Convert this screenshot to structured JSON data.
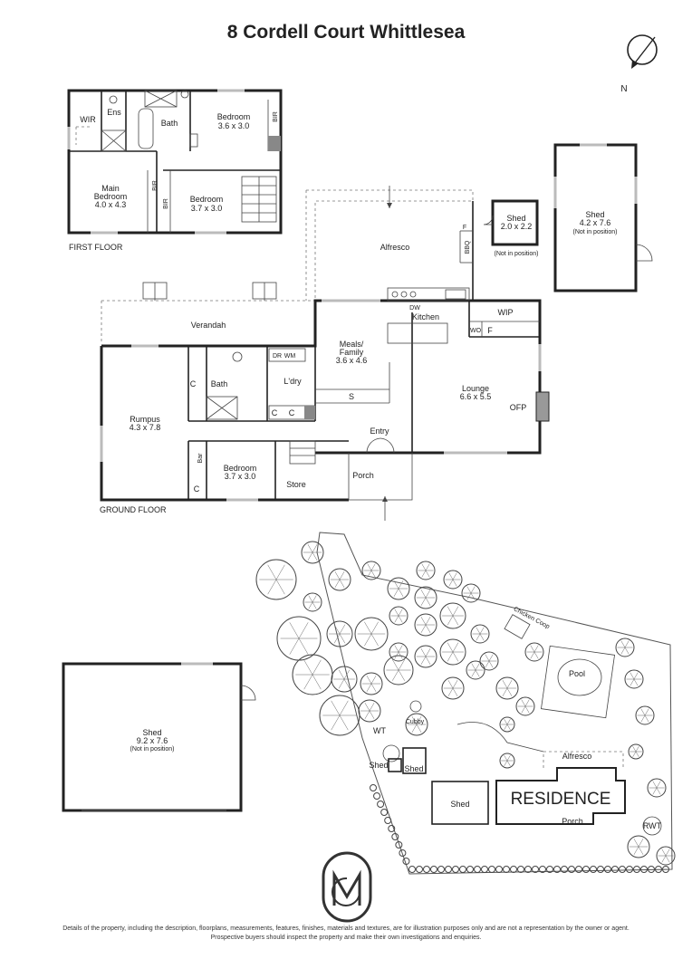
{
  "title": "8 Cordell Court Whittlesea",
  "compass": {
    "label": "N"
  },
  "first_floor": {
    "label": "FIRST FLOOR",
    "rooms": {
      "wir": "WIR",
      "ens": "Ens",
      "bath": "Bath",
      "bedroom1_name": "Bedroom",
      "bedroom1_dim": "3.6 x 3.0",
      "bir_a": "BIR",
      "main_bedroom_name1": "Main",
      "main_bedroom_name2": "Bedroom",
      "main_bedroom_dim": "4.0 x 4.3",
      "bir_b": "BIR",
      "bir_c": "BIR",
      "bedroom2_name": "Bedroom",
      "bedroom2_dim": "3.7 x 3.0"
    }
  },
  "ground_floor": {
    "label": "GROUND FLOOR",
    "rooms": {
      "alfresco": "Alfresco",
      "f_alfresco": "F",
      "bbq": "BBQ",
      "verandah": "Verandah",
      "dw": "DW",
      "kitchen": "Kitchen",
      "wip": "WIP",
      "wo": "WO",
      "f_kitchen": "F",
      "meals_name1": "Meals/",
      "meals_name2": "Family",
      "meals_dim": "3.6 x 4.6",
      "dr": "DR",
      "wm": "WM",
      "bath": "Bath",
      "ldry": "L'dry",
      "c1": "C",
      "c2": "C",
      "c3": "C",
      "s": "S",
      "lounge_name": "Lounge",
      "lounge_dim": "6.6 x 5.5",
      "ofp": "OFP",
      "rumpus_name": "Rumpus",
      "rumpus_dim": "4.3 x 7.8",
      "entry": "Entry",
      "bar": "Bar",
      "c4": "C",
      "bedroom_name": "Bedroom",
      "bedroom_dim": "3.7 x 3.0",
      "store": "Store",
      "porch": "Porch"
    }
  },
  "outbuildings": {
    "shed_small_name": "Shed",
    "shed_small_dim": "2.0 x 2.2",
    "shed_small_note": "(Not in position)",
    "shed_mid_name": "Shed",
    "shed_mid_dim": "4.2 x 7.6",
    "shed_mid_note": "(Not in position)",
    "shed_large_name": "Shed",
    "shed_large_dim": "9.2 x 7.6",
    "shed_large_note": "(Not in position)"
  },
  "site_plan": {
    "chicken_coop": "Chicken Coop",
    "pool": "Pool",
    "cubby": "Cubby",
    "wt": "WT",
    "shed_a": "Shed",
    "shed_b": "Shed",
    "shed_c": "Shed",
    "alfresco": "Alfresco",
    "residence": "RESIDENCE",
    "porch": "Porch",
    "rwt": "RWT"
  },
  "disclaimer": {
    "line1": "Details of the property, including the description, floorplans, measurements, features, finishes, materials and textures, are for illustration purposes only and are not a representation by the owner or agent.",
    "line2": "Prospective buyers should inspect the property and make their own investigations and enquiries."
  }
}
